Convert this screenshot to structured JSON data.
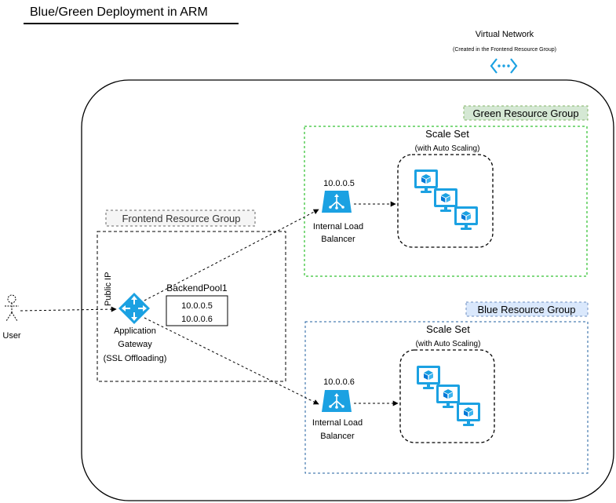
{
  "title": "Blue/Green Deployment in ARM",
  "vnet": {
    "label": "Virtual Network",
    "sublabel": "(Created in the Frontend Resource Group)"
  },
  "user": {
    "label": "User"
  },
  "frontend": {
    "group_label": "Frontend Resource Group",
    "public_ip_label": "Public IP",
    "gateway_line1": "Application",
    "gateway_line2": "Gateway",
    "gateway_line3": "(SSL Offloading)",
    "backend_pool_label": "BackendPool1",
    "backend_pool_ip1": "10.0.0.5",
    "backend_pool_ip2": "10.0.0.6"
  },
  "green": {
    "group_label": "Green Resource Group",
    "scale_set_label": "Scale Set",
    "scale_set_sublabel": "(with Auto Scaling)",
    "lb_ip": "10.0.0.5",
    "lb_line1": "Internal Load",
    "lb_line2": "Balancer",
    "fill_color": "#d5e8d4",
    "border_color": "#00b300"
  },
  "blue": {
    "group_label": "Blue Resource Group",
    "scale_set_label": "Scale Set",
    "scale_set_sublabel": "(with Auto Scaling)",
    "lb_ip": "10.0.0.6",
    "lb_line1": "Internal Load",
    "lb_line2": "Balancer",
    "fill_color": "#dae8fc",
    "border_color": "#1f5f9f"
  },
  "colors": {
    "azure": "#1ba1e2",
    "azure_dark": "#0078d7"
  }
}
